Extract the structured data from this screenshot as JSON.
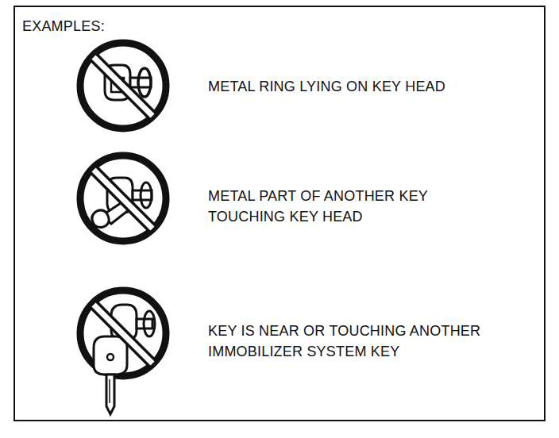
{
  "diagram": {
    "title": "EXAMPLES:",
    "labels": [
      "METAL RING LYING ON KEY HEAD",
      "METAL PART OF ANOTHER KEY TOUCHING KEY HEAD",
      "KEY IS NEAR OR TOUCHING ANOTHER IMMOBILIZER SYSTEM KEY"
    ]
  }
}
